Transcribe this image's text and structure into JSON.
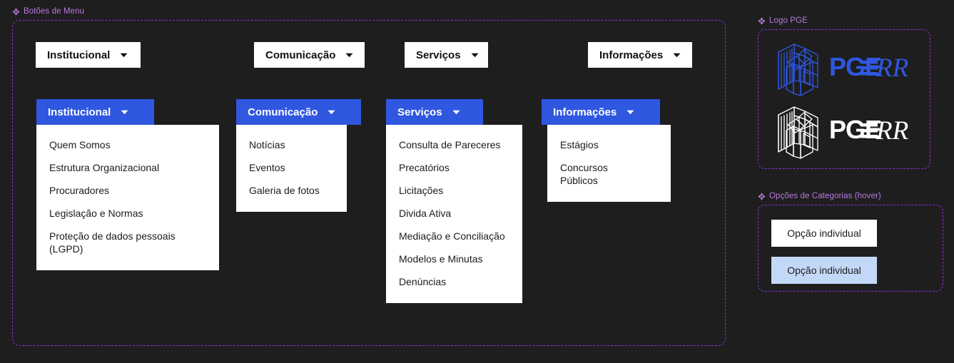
{
  "canvas": {
    "background_color": "#1e1e1e",
    "frame_border_color": "#8b2fd6",
    "frame_label_color": "#b87ae0",
    "accent_blue": "#2f57e0",
    "hover_blue": "#c3d8f7"
  },
  "frames": [
    {
      "id": "menu-buttons",
      "label": "Botões de Menu"
    },
    {
      "id": "logo-pge",
      "label": "Logo PGE"
    },
    {
      "id": "category-options",
      "label": "Opções de Categorias (hover)"
    }
  ],
  "closed_buttons": [
    {
      "label": "Institucional",
      "icon": "chevron-down-icon"
    },
    {
      "label": "Comunicação",
      "icon": "chevron-down-icon"
    },
    {
      "label": "Serviços",
      "icon": "chevron-down-icon"
    },
    {
      "label": "Informações",
      "icon": "chevron-down-icon"
    }
  ],
  "dropdowns": [
    {
      "id": "institucional",
      "label": "Institucional",
      "icon": "chevron-down-icon",
      "items": [
        "Quem Somos",
        "Estrutura Organizacional",
        "Procuradores",
        "Legislação e Normas",
        "Proteção de dados pessoais (LGPD)"
      ]
    },
    {
      "id": "comunicacao",
      "label": "Comunicação",
      "icon": "chevron-down-icon",
      "items": [
        "Notícias",
        "Eventos",
        "Galeria de fotos"
      ]
    },
    {
      "id": "servicos",
      "label": "Serviços",
      "icon": "chevron-down-icon",
      "items": [
        "Consulta de Pareceres",
        "Precatórios",
        "Licitações",
        "Divida Ativa",
        "Mediação e Conciliação",
        "Modelos e Minutas",
        "Denúncias"
      ]
    },
    {
      "id": "informacoes",
      "label": "Informações",
      "icon": "chevron-down-icon",
      "items": [
        "Estágios",
        "Concursos Públicos"
      ]
    }
  ],
  "logos": [
    {
      "variant": "blue",
      "mark": "pge-building-icon",
      "wordmark_bold": "PGE",
      "wordmark_serif": "RR",
      "color": "#2f57e0"
    },
    {
      "variant": "white",
      "mark": "pge-building-icon",
      "wordmark_bold": "PGE",
      "wordmark_serif": "RR",
      "color": "#ffffff"
    }
  ],
  "category_options": [
    {
      "label": "Opção individual",
      "state": "normal"
    },
    {
      "label": "Opção individual",
      "state": "hover"
    }
  ]
}
